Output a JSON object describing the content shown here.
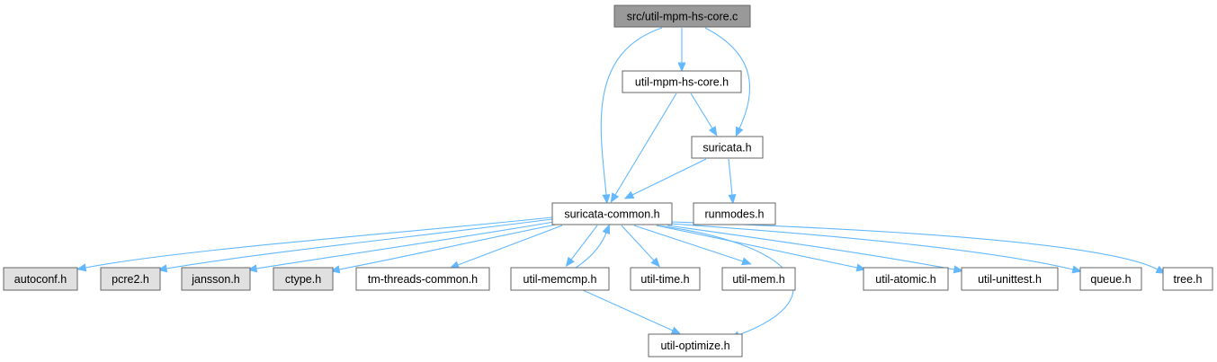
{
  "graph": {
    "colors": {
      "edge": "#63b8ff",
      "root_fill": "#999999",
      "normal_fill": "#ffffff",
      "external_fill": "#e0e0e0",
      "border": "#666666"
    },
    "nodes": [
      {
        "id": "root",
        "label": "src/util-mpm-hs-core.c",
        "kind": "root"
      },
      {
        "id": "mpmhscoreh",
        "label": "util-mpm-hs-core.h",
        "kind": "normal"
      },
      {
        "id": "suricata",
        "label": "suricata.h",
        "kind": "normal"
      },
      {
        "id": "common",
        "label": "suricata-common.h",
        "kind": "normal"
      },
      {
        "id": "runmodes",
        "label": "runmodes.h",
        "kind": "normal"
      },
      {
        "id": "autoconf",
        "label": "autoconf.h",
        "kind": "external"
      },
      {
        "id": "pcre2",
        "label": "pcre2.h",
        "kind": "external"
      },
      {
        "id": "jansson",
        "label": "jansson.h",
        "kind": "external"
      },
      {
        "id": "ctype",
        "label": "ctype.h",
        "kind": "external"
      },
      {
        "id": "tmthreads",
        "label": "tm-threads-common.h",
        "kind": "normal"
      },
      {
        "id": "memcmp",
        "label": "util-memcmp.h",
        "kind": "normal"
      },
      {
        "id": "time",
        "label": "util-time.h",
        "kind": "normal"
      },
      {
        "id": "mem",
        "label": "util-mem.h",
        "kind": "normal"
      },
      {
        "id": "atomic",
        "label": "util-atomic.h",
        "kind": "normal"
      },
      {
        "id": "unittest",
        "label": "util-unittest.h",
        "kind": "normal"
      },
      {
        "id": "queue",
        "label": "queue.h",
        "kind": "normal"
      },
      {
        "id": "tree",
        "label": "tree.h",
        "kind": "normal"
      },
      {
        "id": "optimize",
        "label": "util-optimize.h",
        "kind": "normal"
      }
    ],
    "edges": [
      {
        "from": "root",
        "to": "mpmhscoreh"
      },
      {
        "from": "root",
        "to": "common"
      },
      {
        "from": "root",
        "to": "suricata"
      },
      {
        "from": "mpmhscoreh",
        "to": "suricata"
      },
      {
        "from": "mpmhscoreh",
        "to": "common"
      },
      {
        "from": "suricata",
        "to": "common"
      },
      {
        "from": "suricata",
        "to": "runmodes"
      },
      {
        "from": "common",
        "to": "autoconf"
      },
      {
        "from": "common",
        "to": "pcre2"
      },
      {
        "from": "common",
        "to": "jansson"
      },
      {
        "from": "common",
        "to": "ctype"
      },
      {
        "from": "common",
        "to": "tmthreads"
      },
      {
        "from": "common",
        "to": "memcmp"
      },
      {
        "from": "common",
        "to": "time"
      },
      {
        "from": "common",
        "to": "mem"
      },
      {
        "from": "common",
        "to": "atomic"
      },
      {
        "from": "common",
        "to": "unittest"
      },
      {
        "from": "common",
        "to": "queue"
      },
      {
        "from": "common",
        "to": "tree"
      },
      {
        "from": "common",
        "to": "optimize"
      },
      {
        "from": "memcmp",
        "to": "common"
      },
      {
        "from": "memcmp",
        "to": "optimize"
      }
    ]
  }
}
